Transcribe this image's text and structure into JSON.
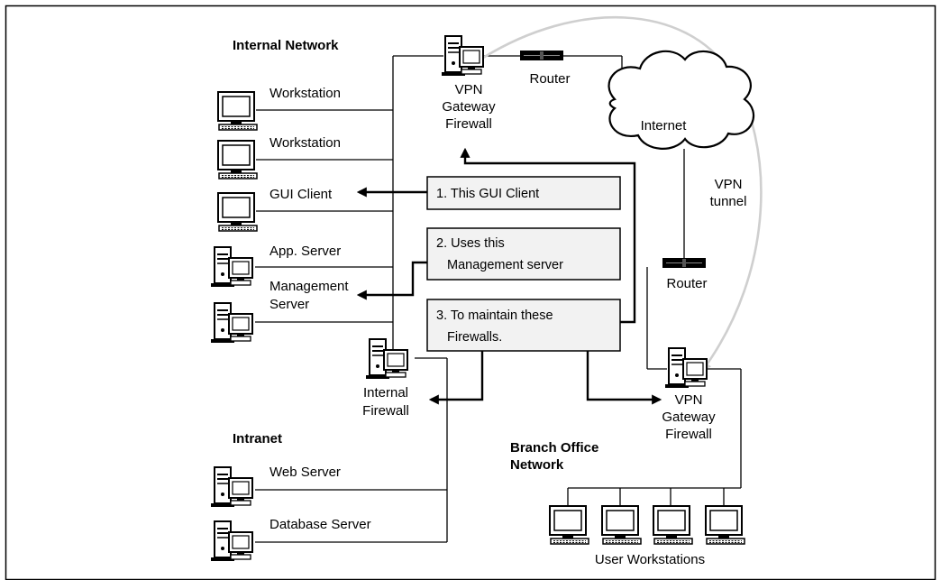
{
  "labels": {
    "internal_network": "Internal Network",
    "intranet": "Intranet",
    "branch_office_line1": "Branch Office",
    "branch_office_line2": "Network",
    "internet": "Internet",
    "vpn_tunnel_line1": "VPN",
    "vpn_tunnel_line2": "tunnel",
    "router_top": "Router",
    "router_right": "Router",
    "workstation_1": "Workstation",
    "workstation_2": "Workstation",
    "gui_client": "GUI Client",
    "app_server": "App. Server",
    "management_server_line1": "Management",
    "management_server_line2": "Server",
    "internal_firewall_line1": "Internal",
    "internal_firewall_line2": "Firewall",
    "web_server": "Web Server",
    "database_server": "Database Server",
    "user_workstations": "User Workstations",
    "vpn_top_line1": "VPN",
    "vpn_top_line2": "Gateway",
    "vpn_top_line3": "Firewall",
    "vpn_branch_line1": "VPN",
    "vpn_branch_line2": "Gateway",
    "vpn_branch_line3": "Firewall"
  },
  "steps": [
    {
      "line1": "1. This GUI Client",
      "line2": ""
    },
    {
      "line1": "2. Uses this",
      "line2": "Management server"
    },
    {
      "line1": "3. To maintain these",
      "line2": "Firewalls."
    }
  ],
  "colors": {
    "step_box_fill": "#f2f2f2",
    "vpn_tunnel_line": "#cfcfcf"
  }
}
